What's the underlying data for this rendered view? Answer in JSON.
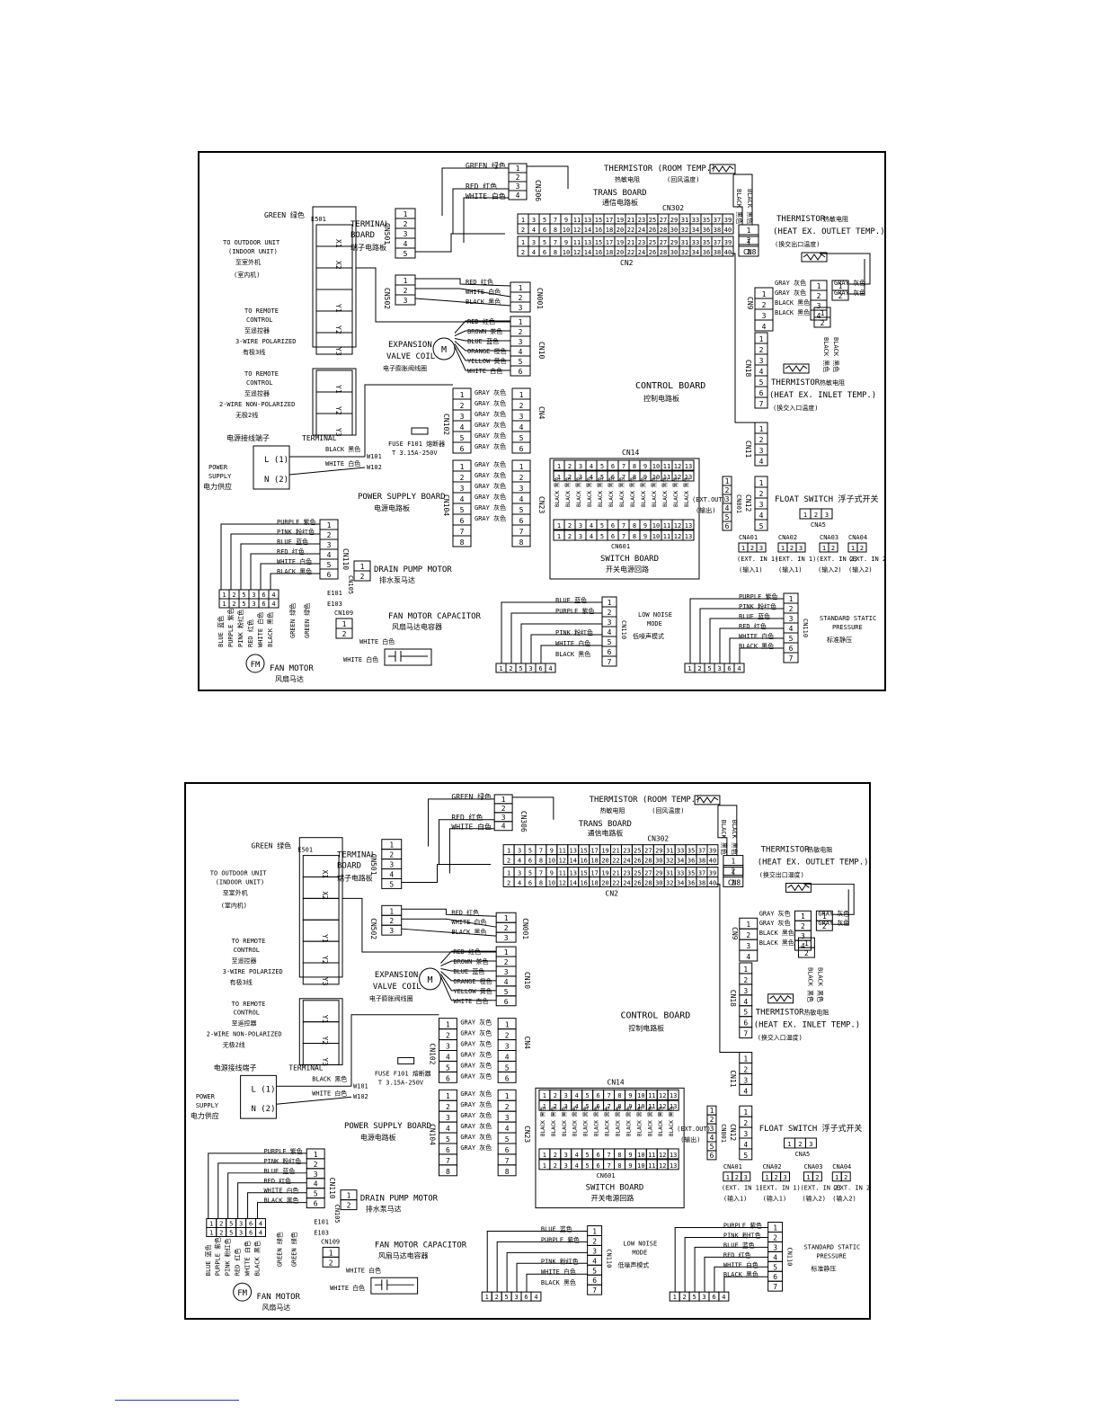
{
  "colors": {
    "line": "#000000",
    "paper": "#ffffff",
    "footer_rule": "#2a3fa8"
  },
  "diagram": {
    "thermistor_room": "THERMISTOR (ROOM TEMP.)",
    "thermistor_room_cn": "热敏电阻",
    "thermistor_room_cn2": "(回风温度)",
    "trans_board": "TRANS BOARD",
    "trans_board_cn": "通信电路板",
    "cn302": "CN302",
    "cn2": "CN2",
    "cn8": "CN8",
    "cn306": "CN306",
    "cn501": "CN501",
    "cn502": "CN502",
    "cn001": "CN001",
    "cn10": "CN10",
    "cn4": "CN4",
    "cn102": "CN102",
    "cn104": "CN104",
    "cn23": "CN23",
    "cn9": "CN9",
    "cn18": "CN18",
    "cn11": "CN11",
    "cn12": "CN12",
    "cn14": "CN14",
    "cn601": "CN601",
    "cn801": "CN801",
    "cn105": "CN105",
    "cn109": "CN109",
    "cn110": "CN110",
    "cna5": "CNA5",
    "cna01": "CNA01",
    "cna02": "CNA02",
    "cna03": "CNA03",
    "cna04": "CNA04",
    "ext_in1": "(EXT. IN 1)",
    "ext_in2": "(EXT. IN 2)",
    "in1_cn": "(输入1)",
    "in2_cn": "(输入2)",
    "ext_out": "(EXT.OUT)",
    "ext_out_cn": "(输出)",
    "e501": "E501",
    "e101": "E101",
    "e103": "E103",
    "w101": "W101",
    "w102": "W102",
    "terminal_board": "TERMINAL",
    "terminal_board2": "BOARD",
    "terminal_board_cn": "端子电路板",
    "to_outdoor": "TO OUTDOOR UNIT",
    "indoor_unit": "(INDOOR UNIT)",
    "to_outdoor_cn": "至室外机",
    "indoor_cn": "(室内机)",
    "to_remote": "TO REMOTE",
    "control": "CONTROL",
    "to_remote_cn": "至遥控器",
    "three_wire": "3-WIRE POLARIZED",
    "three_wire_cn": "有极3线",
    "two_wire": "2-WIRE NON-POLARIZED",
    "two_wire_cn": "无极2线",
    "x1": "X1",
    "x2": "X2",
    "y1": "Y1",
    "y2": "Y2",
    "y3": "Y3",
    "expansion": "EXPANSION",
    "valve_coil": "VALVE COIL",
    "valve_cn": "电子膨胀阀线圈",
    "control_board": "CONTROL BOARD",
    "control_board_cn": "控制电路板",
    "power_terminal_cn": "电源接线端子",
    "terminal": "TERMINAL",
    "power": "POWER",
    "supply": "SUPPLY",
    "power_supply_cn": "电力供应",
    "l_label": "L (1)",
    "n_label": "N (2)",
    "fuse": "FUSE F101 熔断器",
    "fuse_rating": "T 3.15A-250V",
    "power_board": "POWER SUPPLY BOARD",
    "power_board_cn": "电源电路板",
    "drain_pump": "DRAIN PUMP MOTOR",
    "drain_pump_cn": "排水泵马达",
    "fan_cap": "FAN MOTOR CAPACITOR",
    "fan_cap_cn": "风扇马达电容器",
    "fan_motor": "FAN MOTOR",
    "fan_motor_cn": "风扇马达",
    "fm": "FM",
    "m": "M",
    "thermistor_out": "THERMISTOR",
    "thermistor_cn": "热敏电阻",
    "heat_out": "(HEAT EX. OUTLET TEMP.)",
    "heat_out_cn": "(换交出口温度)",
    "heat_in": "(HEAT EX. INLET TEMP.)",
    "heat_in_cn": "(换交入口温度)",
    "float_switch": "FLOAT SWITCH 浮子式开关",
    "switch_board": "SWITCH BOARD",
    "switch_board_cn": "开关电源回路",
    "low_noise": "LOW NOISE",
    "mode": "MODE",
    "low_noise_cn": "低噪声模式",
    "standard_static": "STANDARD STATIC",
    "pressure": "PRESSURE",
    "standard_cn": "标准静压",
    "w_green": "GREEN 绿色",
    "w_red": "RED 红色",
    "w_white": "WHITE 白色",
    "w_black": "BLACK 黑色",
    "w_brown": "BROWN 茶色",
    "w_blue": "BLUE 蓝色",
    "w_orange": "ORANGE 橙色",
    "w_yellow": "YELLOW 黄色",
    "w_gray": "GRAY 灰色",
    "w_purple": "PURPLE 紫色",
    "w_pink": "PINK 粉红色",
    "w_white_only": "WHITE 白色",
    "black_v": "BLACK 黑色",
    "pin_order": "1 2 5 3 6 4"
  }
}
